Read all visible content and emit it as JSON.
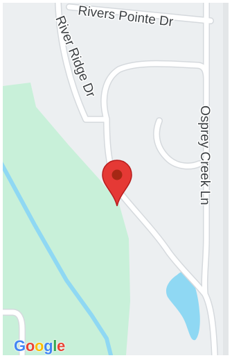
{
  "map": {
    "colors": {
      "land": "#eceff1",
      "park": "#c8f0d9",
      "road": "#ffffff",
      "road_edge": "#d5d9dd",
      "river": "#8fd8f3",
      "pond": "#8fd8f3",
      "pin": "#e53935",
      "pin_center": "#a52714"
    },
    "streets": [
      {
        "name": "Rivers Pointe Dr"
      },
      {
        "name": "River Ridge Dr"
      },
      {
        "name": "Osprey Creek Ln"
      }
    ],
    "marker": {
      "icon": "location-pin-icon"
    },
    "attribution": {
      "logo_letters": [
        {
          "char": "G",
          "color": "#4285F4"
        },
        {
          "char": "o",
          "color": "#EA4335"
        },
        {
          "char": "o",
          "color": "#FBBC05"
        },
        {
          "char": "g",
          "color": "#4285F4"
        },
        {
          "char": "l",
          "color": "#34A853"
        },
        {
          "char": "e",
          "color": "#EA4335"
        }
      ]
    }
  }
}
